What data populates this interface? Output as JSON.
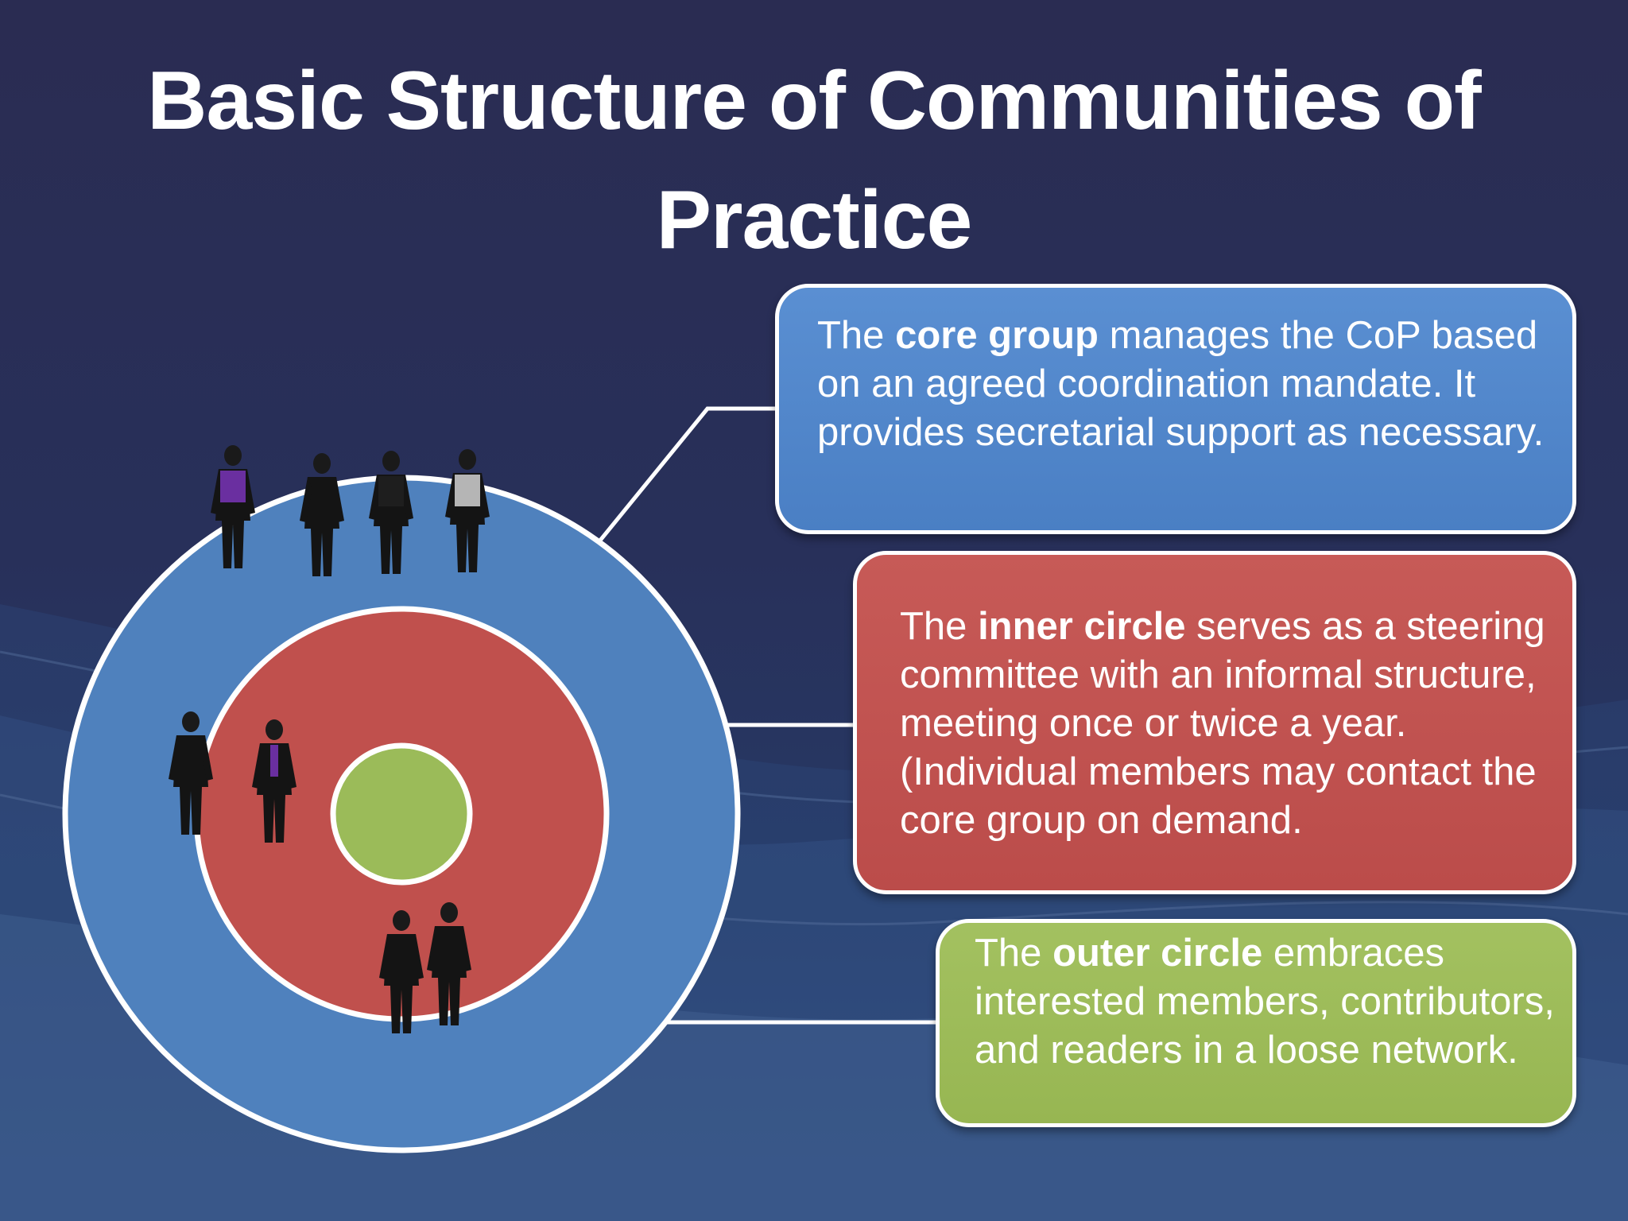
{
  "title": {
    "line1": "Basic Structure of Communities of",
    "line2": "Practice"
  },
  "colors": {
    "background": "#2a2c52",
    "outer_circle": "#4f81bd",
    "inner_circle": "#c0504d",
    "core_circle": "#9bbb59",
    "outline": "#ffffff"
  },
  "callouts": {
    "core": {
      "pre": "The ",
      "bold": "core group",
      "post": " manages the CoP based on an agreed coordination mandate. It provides secretarial support as necessary."
    },
    "inner": {
      "pre": "The ",
      "bold": "inner circle",
      "post": " serves as a steering committee with an informal structure, meeting once or twice a year. (Individual members may contact the core group on demand."
    },
    "outer": {
      "pre": "The ",
      "bold": "outer circle",
      "post": " embraces interested members, contributors, and readers in a loose network."
    }
  }
}
